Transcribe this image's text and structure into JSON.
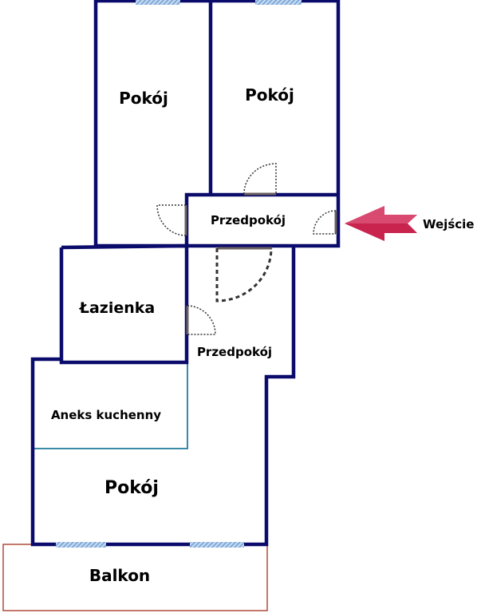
{
  "rooms": {
    "room_top_left": "Pokój",
    "room_top_right": "Pokój",
    "hall_top": "Przedpokój",
    "bathroom": "Łazienka",
    "hall_lower": "Przedpokój",
    "kitchenette": "Aneks kuchenny",
    "room_main": "Pokój",
    "balcony": "Balkon"
  },
  "entrance_label": "Wejście",
  "colors": {
    "wall": "#0b0b6b",
    "arrow": "#c8244e",
    "kitchen_line": "#3a8aa8",
    "balcony_line": "#b04a3a",
    "window": "#8fb7e0"
  }
}
